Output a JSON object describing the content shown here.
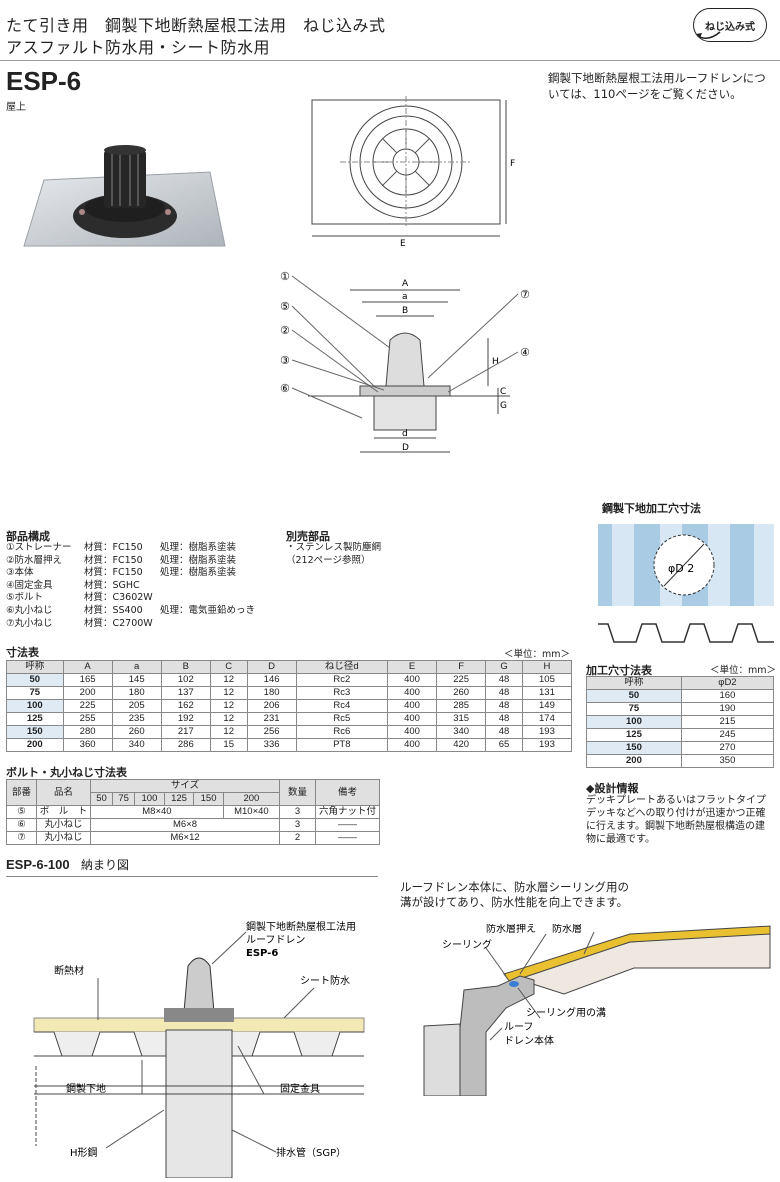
{
  "header": {
    "line1": "たて引き用　鋼製下地断熱屋根工法用　ねじ込み式",
    "line2": "アスファルト防水用・シート防水用",
    "badge": "ねじ込み式"
  },
  "product": {
    "model": "ESP-6",
    "location": "屋上"
  },
  "top_note": "鋼製下地断熱屋根工法用ルーフドレンについては、110ページをご覧ください。",
  "drawing_labels": {
    "E": "E",
    "F": "F",
    "A": "A",
    "a": "a",
    "B": "B",
    "H": "H",
    "C": "C",
    "G": "G",
    "d": "d",
    "D": "D",
    "c1": "①",
    "c2": "②",
    "c3": "③",
    "c4": "④",
    "c5": "⑤",
    "c6": "⑥",
    "c7": "⑦"
  },
  "parts": {
    "title": "部品構成",
    "items": [
      {
        "name": "①ストレーナー",
        "material": "材質：FC150",
        "treatment": "処理：樹脂系塗装"
      },
      {
        "name": "②防水層押え",
        "material": "材質：FC150",
        "treatment": "処理：樹脂系塗装"
      },
      {
        "name": "③本体",
        "material": "材質：FC150",
        "treatment": "処理：樹脂系塗装"
      },
      {
        "name": "④固定金具",
        "material": "材質：SGHC",
        "treatment": ""
      },
      {
        "name": "⑤ボルト",
        "material": "材質：C3602W",
        "treatment": ""
      },
      {
        "name": "⑥丸小ねじ",
        "material": "材質：SS400",
        "treatment": "処理：電気亜鉛めっき"
      },
      {
        "name": "⑦丸小ねじ",
        "material": "材質：C2700W",
        "treatment": ""
      }
    ]
  },
  "sold_separately": {
    "title": "別売部品",
    "line1": "・ステンレス製防塵網",
    "line2": "（212ページ参照）"
  },
  "hole_section": {
    "title": "鋼製下地加工穴寸法",
    "label": "φD 2"
  },
  "dim_table": {
    "title": "寸法表",
    "unit": "＜単位：mm＞",
    "headers": [
      "呼称",
      "A",
      "a",
      "B",
      "C",
      "D",
      "ねじ径d",
      "E",
      "F",
      "G",
      "H"
    ],
    "rows": [
      [
        "50",
        "165",
        "145",
        "102",
        "12",
        "146",
        "Rc2",
        "400",
        "225",
        "48",
        "105"
      ],
      [
        "75",
        "200",
        "180",
        "137",
        "12",
        "180",
        "Rc3",
        "400",
        "260",
        "48",
        "131"
      ],
      [
        "100",
        "225",
        "205",
        "162",
        "12",
        "206",
        "Rc4",
        "400",
        "285",
        "48",
        "149"
      ],
      [
        "125",
        "255",
        "235",
        "192",
        "12",
        "231",
        "Rc5",
        "400",
        "315",
        "48",
        "174"
      ],
      [
        "150",
        "280",
        "260",
        "217",
        "12",
        "256",
        "Rc6",
        "400",
        "340",
        "48",
        "193"
      ],
      [
        "200",
        "360",
        "340",
        "286",
        "15",
        "336",
        "PT8",
        "400",
        "420",
        "65",
        "193"
      ]
    ]
  },
  "hole_table": {
    "title": "加工穴寸法表",
    "unit": "＜単位：mm＞",
    "headers": [
      "呼称",
      "φD2"
    ],
    "rows": [
      [
        "50",
        "160"
      ],
      [
        "75",
        "190"
      ],
      [
        "100",
        "215"
      ],
      [
        "125",
        "245"
      ],
      [
        "150",
        "270"
      ],
      [
        "200",
        "350"
      ]
    ]
  },
  "bolt_table": {
    "title": "ボルト・丸小ねじ寸法表",
    "h_part": "部番",
    "h_name": "品名",
    "h_size": "サイズ",
    "h_qty": "数量",
    "h_note": "備考",
    "sizes": [
      "50",
      "75",
      "100",
      "125",
      "150",
      "200"
    ],
    "rows": [
      {
        "no": "⑤",
        "name": "ボ　ル　ト",
        "size_main": "M8×40",
        "size_200": "M10×40",
        "qty": "3",
        "note": "六角ナット付"
      },
      {
        "no": "⑥",
        "name": "丸小ねじ",
        "size_main": "M6×8",
        "size_200": "",
        "qty": "3",
        "note": "――"
      },
      {
        "no": "⑦",
        "name": "丸小ねじ",
        "size_main": "M6×12",
        "size_200": "",
        "qty": "2",
        "note": "――"
      }
    ]
  },
  "design_info": {
    "title": "◆設計情報",
    "body": "デッキプレートあるいはフラットタイプデッキなどへの取り付けが迅速かつ正確に行えます。鋼製下地断熱屋根構造の建物に最適です。"
  },
  "install": {
    "model": "ESP-6-100",
    "caption": "納まり図",
    "labels": {
      "drain1": "鋼製下地断熱屋根工法用",
      "drain2": "ルーフドレン",
      "drain3": "ESP-6",
      "insul": "断熱材",
      "sheet": "シート防水",
      "steel": "鋼製下地",
      "fix": "固定金具",
      "hbeam": "H形鋼",
      "pipe": "排水管（SGP）"
    }
  },
  "detail": {
    "note": "ルーフドレン本体に、防水層シーリング用の溝が設けてあり、防水性能を向上できます。",
    "labels": {
      "press": "防水層押え",
      "layer": "防水層",
      "seal": "シーリング",
      "groove": "シーリング用の溝",
      "body1": "ルーフ",
      "body2": "ドレン本体"
    }
  }
}
